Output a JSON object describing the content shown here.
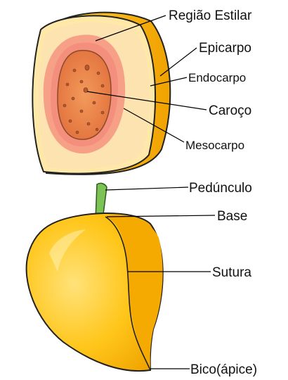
{
  "labels": {
    "regiao_estilar": "Região Estilar",
    "epicarpo": "Epicarpo",
    "endocarpo": "Endocarpo",
    "caroco": "Caroço",
    "mesocarpo": "Mesocarpo",
    "pedunculo": "Pedúnculo",
    "base": "Base",
    "sutura": "Sutura",
    "bico": "Bico(ápice)"
  },
  "colors": {
    "skin": "#f7b500",
    "skin_dark": "#d99700",
    "skin_light": "#ffd95a",
    "mesocarp": "#fde3ad",
    "endocarp": "#f48f7d",
    "seed": "#e87a45",
    "seed_dots": "#9a4a22",
    "stem": "#7cc255"
  }
}
